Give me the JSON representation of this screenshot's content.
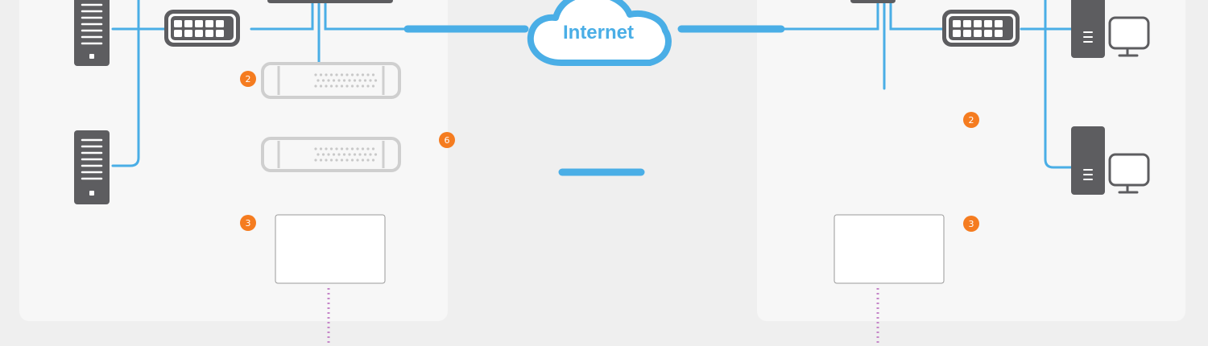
{
  "colors": {
    "background": "#efefef",
    "panel": "#f7f7f7",
    "link": "#4aaee6",
    "device_dark": "#5d5d60",
    "device_light": "#cfcfcf",
    "badge": "#f57c20",
    "dotted_link": "#c586c8"
  },
  "cloud": {
    "label": "Internet",
    "icon": "cloud-icon"
  },
  "left_site": {
    "badges": [
      "2",
      "3",
      "6"
    ],
    "devices": [
      "server-icon",
      "server-icon",
      "network-switch-icon",
      "appliance-icon",
      "appliance-icon",
      "blank-box"
    ]
  },
  "right_site": {
    "badges": [
      "2",
      "3"
    ],
    "devices": [
      "network-switch-icon",
      "desktop-computer-icon",
      "desktop-computer-icon",
      "blank-box"
    ]
  }
}
